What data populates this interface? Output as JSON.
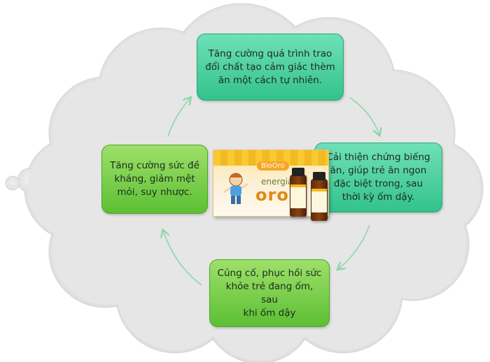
{
  "colors": {
    "cloud": "#e4e4e4",
    "cloud_edge": "#d6d6d6",
    "arrow": "#8fd6ab",
    "teal_box": "#4fd2a2",
    "green_box": "#7fd14e"
  },
  "boxes": {
    "top": "Tăng cường quá trình trao\nđổi chất tạo cảm giác thèm\năn một cách tự nhiên.",
    "right": "Cải thiện chứng biếng\năn, giúp trẻ ăn ngon\nđặc biệt trong, sau\nthời kỳ ốm dậy.",
    "bottom": "Củng cố, phục hồi sức\nkhỏe trẻ đang ốm, sau\nkhi ốm dậy",
    "left": "Tăng cường sức đề\nkháng, giảm mệt\nmỏi, suy nhược."
  },
  "product": {
    "brand": "BioOro",
    "name_line1": "energia",
    "name_line2": "oro"
  }
}
